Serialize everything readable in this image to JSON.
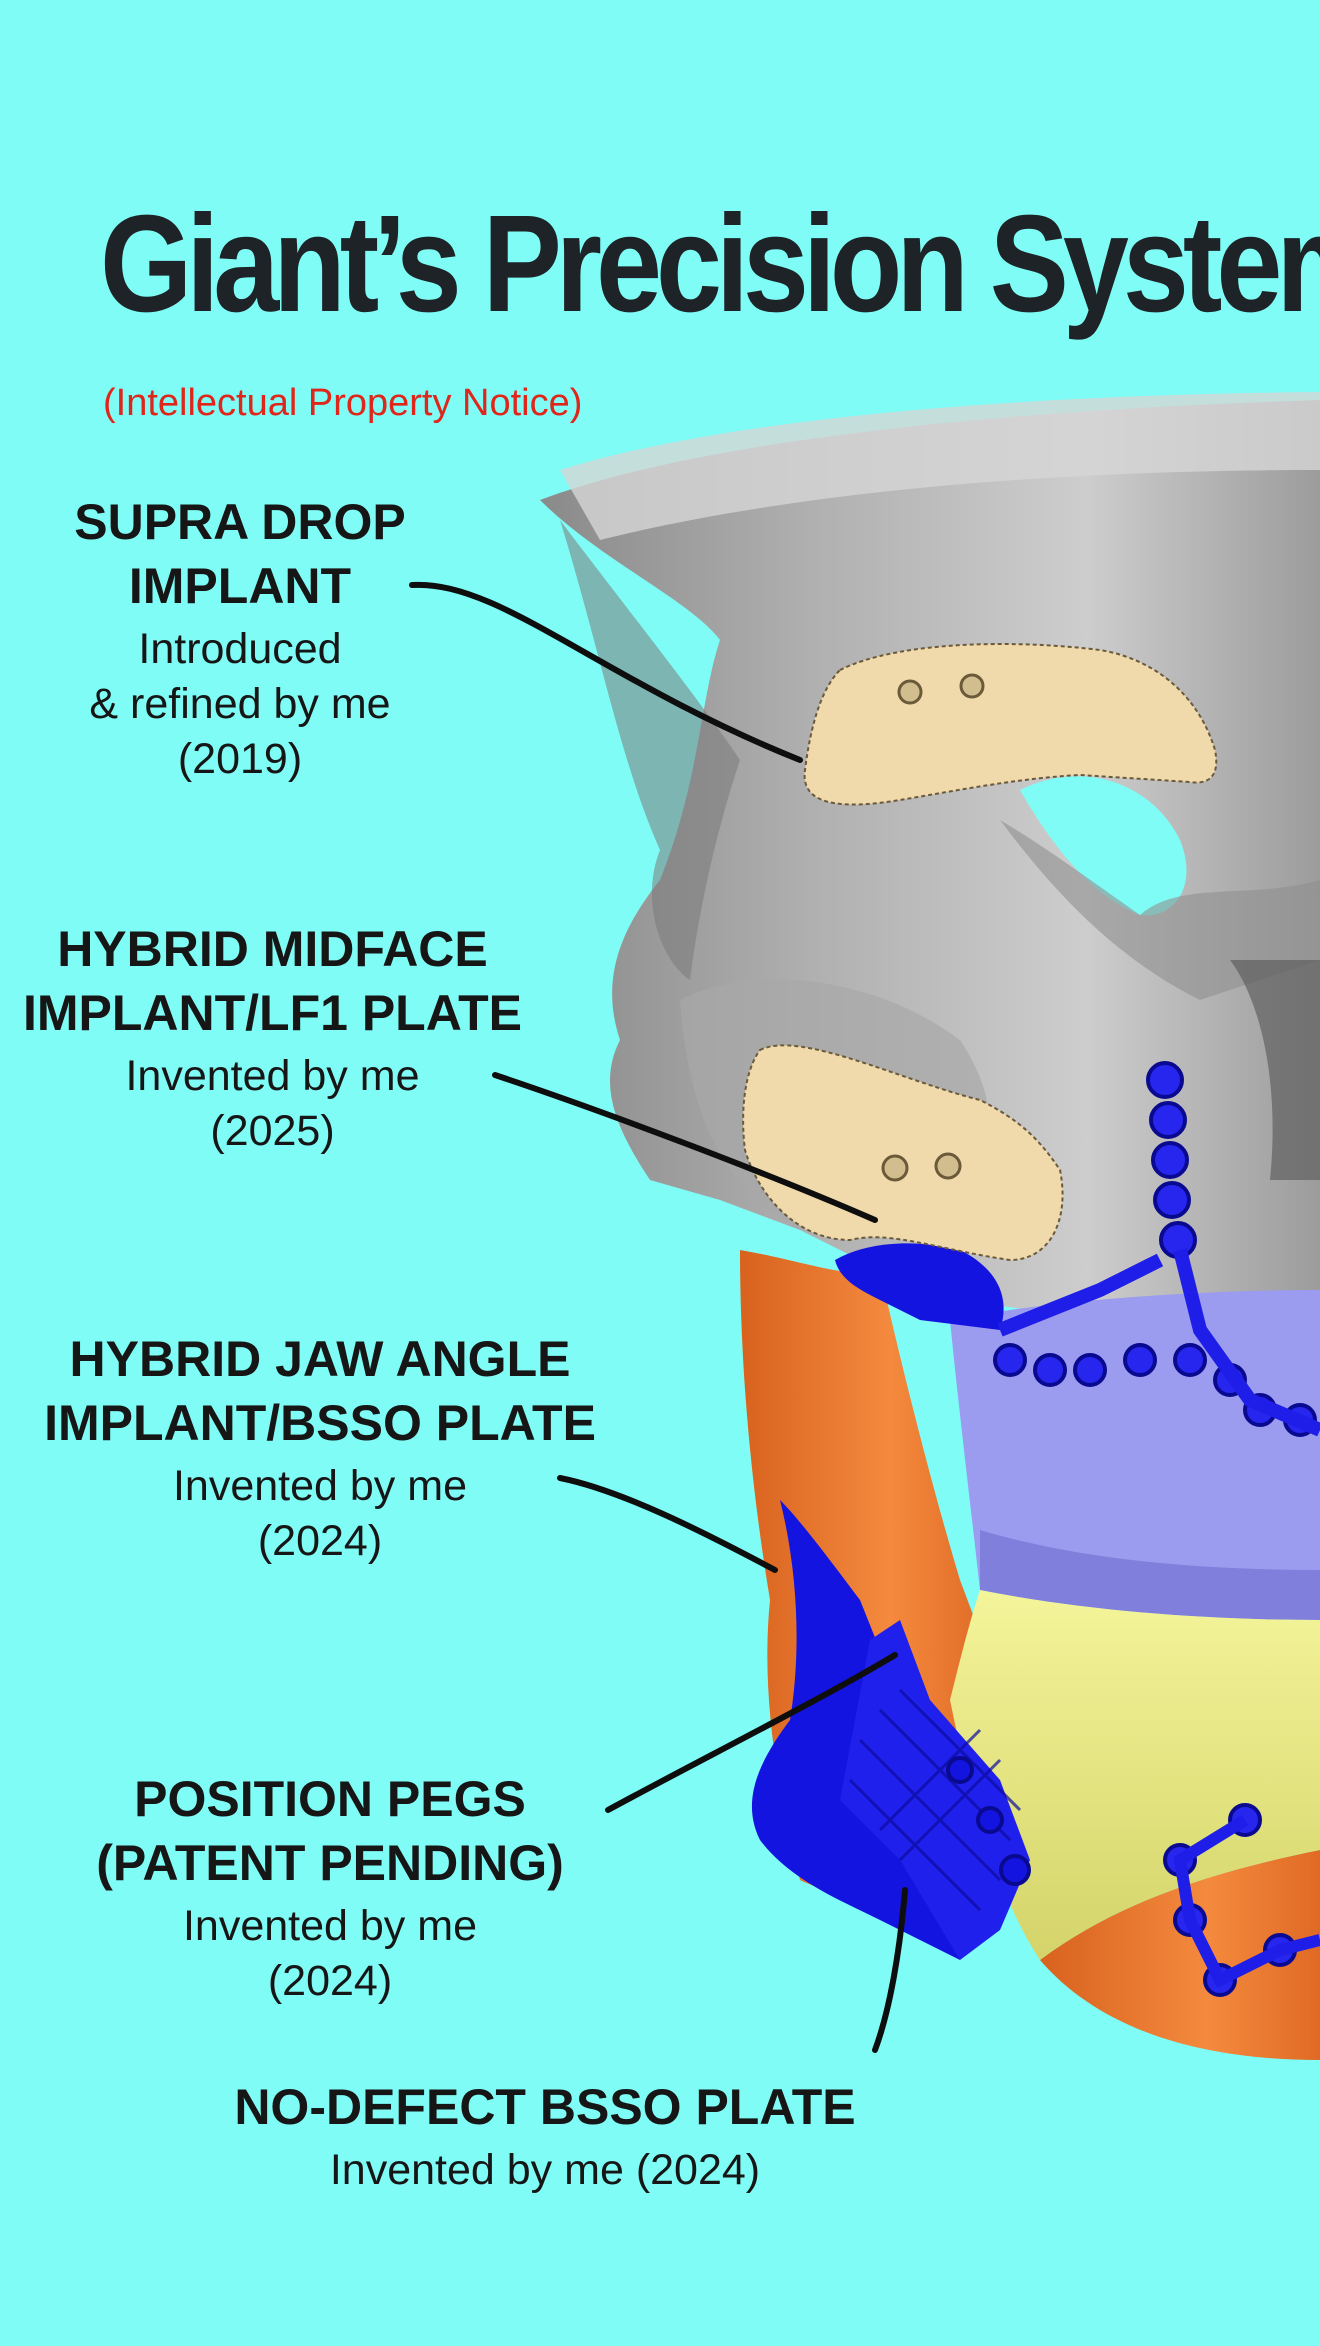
{
  "title": "Giant’s Precision System",
  "notice": "(Intellectual Property Notice)",
  "callouts": [
    {
      "heading": "SUPRA DROP\nIMPLANT",
      "sub": "Introduced\n& refined by me\n(2019)"
    },
    {
      "heading": "HYBRID MIDFACE\nIMPLANT/LF1 PLATE",
      "sub": "Invented by me\n(2025)"
    },
    {
      "heading": "HYBRID JAW ANGLE\nIMPLANT/BSSO PLATE",
      "sub": "Invented by me\n(2024)"
    },
    {
      "heading": "POSITION PEGS\n(PATENT PENDING)",
      "sub": "Invented by me\n(2024)"
    },
    {
      "heading": "NO-DEFECT BSSO PLATE",
      "sub": "Invented by me (2024)"
    }
  ],
  "colors": {
    "background": "#7ffcf6",
    "skull": "#b9b9b9",
    "implant": "#f0d9aa",
    "plate": "#1414e0",
    "jaw_orange": "#f07a32",
    "upper_teeth": "#9b9bf0",
    "lower_teeth": "#ecec8a",
    "title": "#1d2326",
    "notice": "#e0261a"
  }
}
